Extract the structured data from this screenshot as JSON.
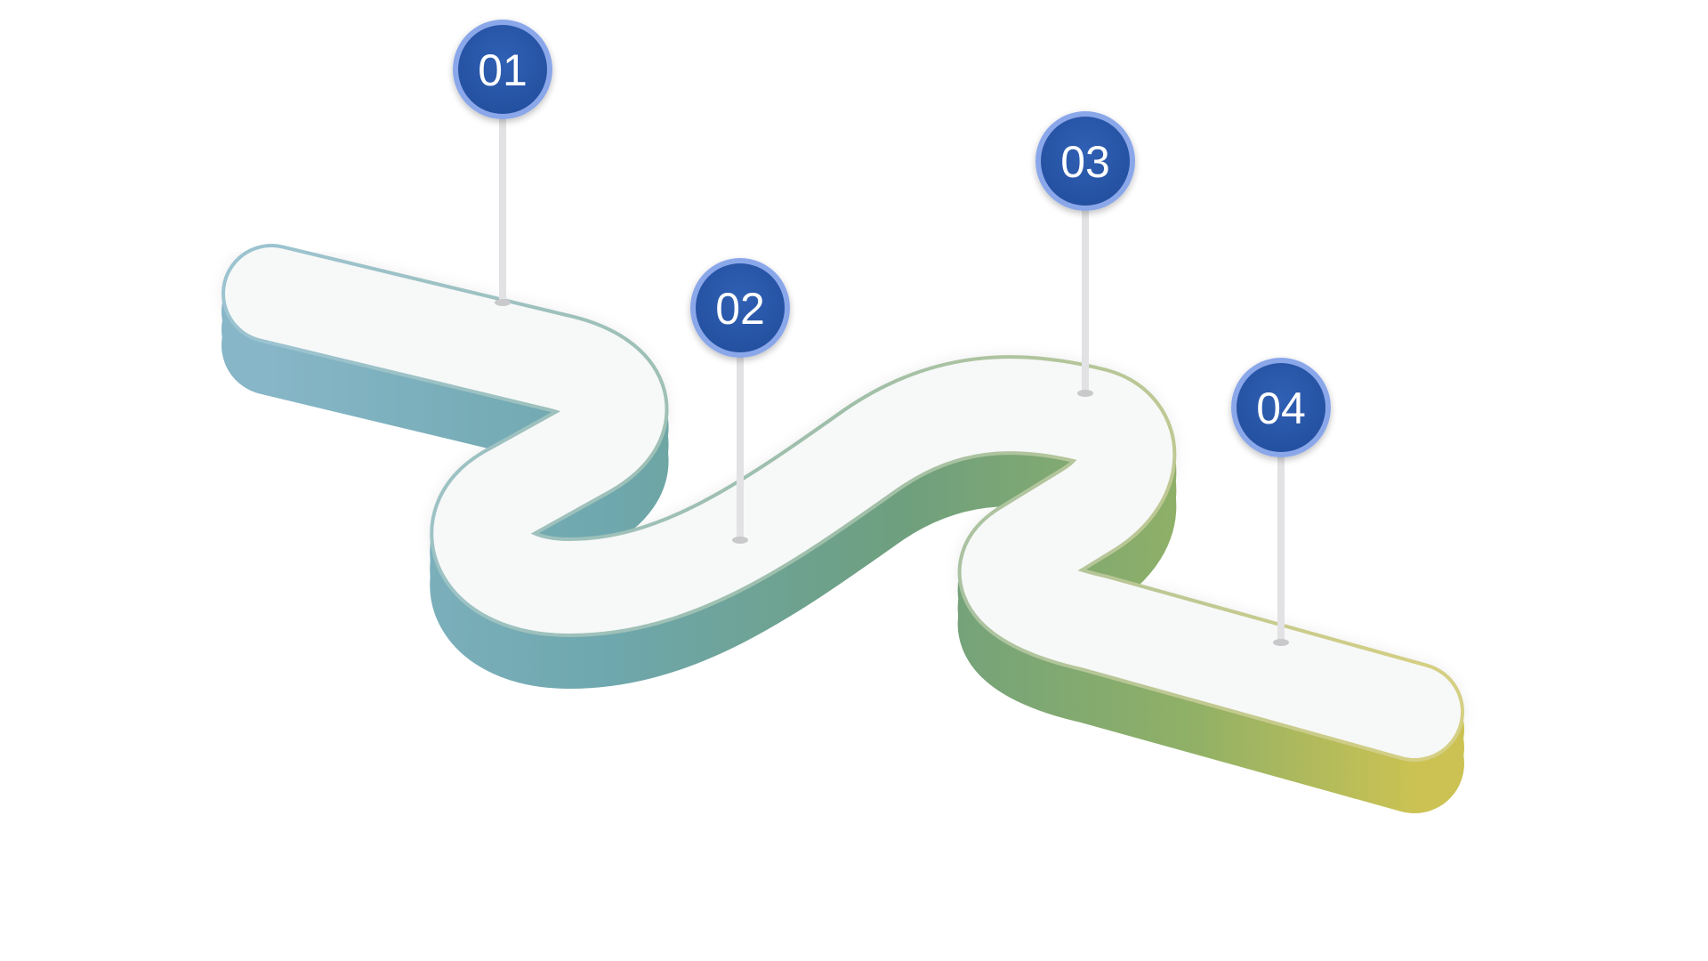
{
  "diagram": {
    "markers": [
      {
        "label": "01"
      },
      {
        "label": "02"
      },
      {
        "label": "03"
      },
      {
        "label": "04"
      }
    ]
  },
  "colors": {
    "background": "#ffffff",
    "road_top": "#f7f8f8",
    "road_edge_start": "#7fb0c4",
    "road_edge_mid": "#6c9f86",
    "road_edge_end": "#c7c258",
    "marker_fill": "#2a55a8",
    "marker_ring": "#8aa7ea",
    "pin_stem": "#e4e4e6"
  }
}
